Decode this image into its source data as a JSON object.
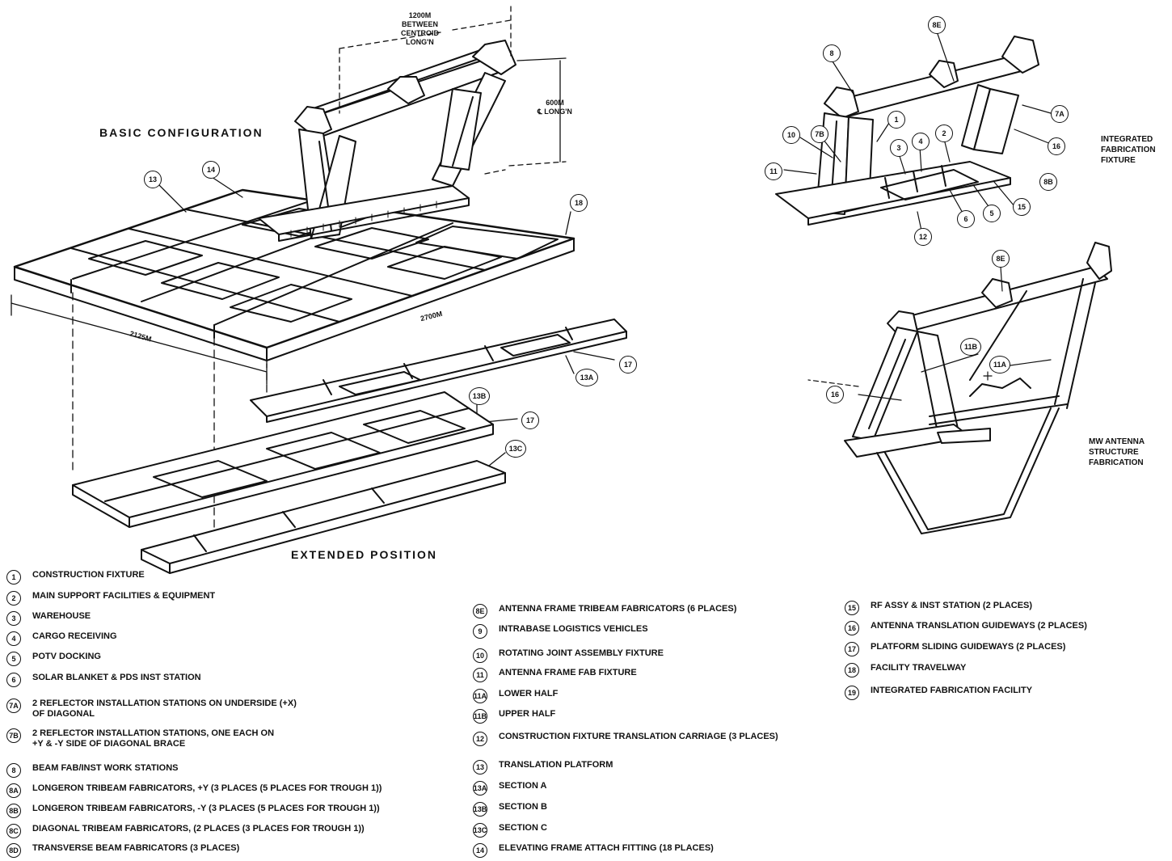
{
  "titles": {
    "basic": "BASIC CONFIGURATION",
    "extended": "EXTENDED POSITION",
    "integrated": "INTEGRATED\nFABRICATION\nFIXTURE",
    "mw": "MW ANTENNA\nSTRUCTURE\nFABRICATION"
  },
  "dimensions": {
    "centroid": "1200M\nBETWEEN\nCENTROID\nLONG'N",
    "long": "600M\n℄ LONG'N",
    "width": "2125M",
    "length": "2700M"
  },
  "callouts": {
    "c13": "13",
    "c14": "14",
    "c18": "18",
    "c17a": "17",
    "c13a": "13A",
    "c13b": "13B",
    "c17b": "17",
    "c13c": "13C",
    "r8e": "8E",
    "r8": "8",
    "r7a": "7A",
    "r1": "1",
    "r2": "2",
    "r3": "3",
    "r4": "4",
    "r10": "10",
    "r7b": "7B",
    "r11": "11",
    "r16": "16",
    "r8b": "8B",
    "r5": "5",
    "r15": "15",
    "r6": "6",
    "r12": "12",
    "m8e": "8E",
    "m11b": "11B",
    "m11a": "11A",
    "m16": "16"
  },
  "legend": [
    {
      "num": "1",
      "text": "CONSTRUCTION FIXTURE"
    },
    {
      "num": "2",
      "text": "MAIN SUPPORT FACILITIES & EQUIPMENT"
    },
    {
      "num": "3",
      "text": "WAREHOUSE"
    },
    {
      "num": "4",
      "text": "CARGO RECEIVING"
    },
    {
      "num": "5",
      "text": "POTV DOCKING"
    },
    {
      "num": "6",
      "text": "SOLAR BLANKET & PDS INST STATION"
    },
    {
      "num": "7A",
      "text": "2 REFLECTOR INSTALLATION STATIONS ON UNDERSIDE (+X)\nOF DIAGONAL"
    },
    {
      "num": "7B",
      "text": "2 REFLECTOR INSTALLATION STATIONS, ONE EACH ON\n+Y & -Y SIDE OF DIAGONAL BRACE"
    },
    {
      "num": "8",
      "text": "BEAM FAB/INST WORK STATIONS"
    },
    {
      "num": "8A",
      "text": "LONGERON TRIBEAM FABRICATORS, +Y (3 PLACES (5 PLACES FOR TROUGH 1))"
    },
    {
      "num": "8B",
      "text": "LONGERON TRIBEAM FABRICATORS, -Y (3 PLACES (5 PLACES FOR TROUGH 1))"
    },
    {
      "num": "8C",
      "text": "DIAGONAL TRIBEAM FABRICATORS, (2 PLACES (3 PLACES FOR TROUGH 1))"
    },
    {
      "num": "8D",
      "text": "TRANSVERSE BEAM FABRICATORS (3 PLACES)"
    },
    {
      "num": "8E",
      "text": "ANTENNA FRAME TRIBEAM FABRICATORS (6 PLACES)"
    },
    {
      "num": "9",
      "text": "INTRABASE LOGISTICS VEHICLES"
    },
    {
      "num": "10",
      "text": "ROTATING JOINT ASSEMBLY FIXTURE"
    },
    {
      "num": "11",
      "text": "ANTENNA FRAME FAB FIXTURE"
    },
    {
      "num": "11A",
      "text": "LOWER HALF"
    },
    {
      "num": "11B",
      "text": "UPPER HALF"
    },
    {
      "num": "12",
      "text": "CONSTRUCTION FIXTURE TRANSLATION CARRIAGE (3 PLACES)"
    },
    {
      "num": "13",
      "text": "TRANSLATION PLATFORM"
    },
    {
      "num": "13A",
      "text": "SECTION A"
    },
    {
      "num": "13B",
      "text": "SECTION B"
    },
    {
      "num": "13C",
      "text": "SECTION C"
    },
    {
      "num": "14",
      "text": "ELEVATING FRAME ATTACH FITTING (18 PLACES)"
    },
    {
      "num": "15",
      "text": "RF ASSY & INST STATION (2 PLACES)"
    },
    {
      "num": "16",
      "text": "ANTENNA TRANSLATION GUIDEWAYS (2 PLACES)"
    },
    {
      "num": "17",
      "text": "PLATFORM SLIDING GUIDEWAYS (2 PLACES)"
    },
    {
      "num": "18",
      "text": "FACILITY TRAVELWAY"
    },
    {
      "num": "19",
      "text": "INTEGRATED FABRICATION FACILITY"
    }
  ]
}
